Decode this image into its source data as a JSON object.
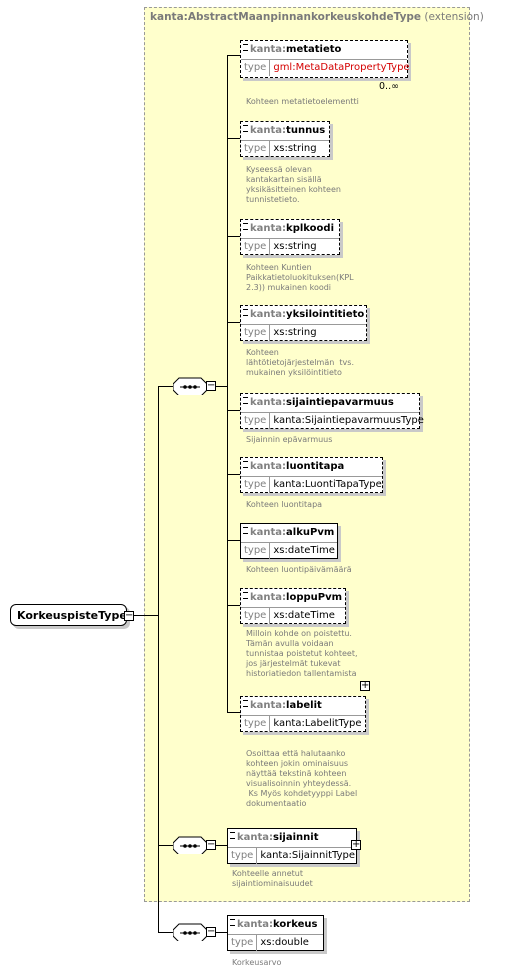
{
  "extension": {
    "name": "kanta:AbstractMaanpinnankorkeuskohdeType",
    "label": "(extension)"
  },
  "root": {
    "name": "KorkeuspisteType"
  },
  "type_label": "type",
  "elements": [
    {
      "prefix": "kanta:",
      "name": "metatieto",
      "type": "gml:MetaDataPropertyType",
      "occurs": "0..∞",
      "doc": "Kohteen metatietoelementti"
    },
    {
      "prefix": "kanta:",
      "name": "tunnus",
      "type": "xs:string",
      "doc": "Kyseessä olevan\nkantakartan sisällä\nyksikäsitteinen kohteen\ntunnistetieto."
    },
    {
      "prefix": "kanta:",
      "name": "kplkoodi",
      "type": "xs:string",
      "doc": "Kohteen Kuntien\nPaikkatietoluokituksen(KPL\n2.3)) mukainen koodi"
    },
    {
      "prefix": "kanta:",
      "name": "yksilointitieto",
      "type": "xs:string",
      "doc": "Kohteen\nlähtötietojärjestelmän  tvs.\nmukainen yksilöintitieto"
    },
    {
      "prefix": "kanta:",
      "name": "sijaintiepavarmuus",
      "type": "kanta:SijaintiepavarmuusType",
      "doc": "Sijainnin epävarmuus"
    },
    {
      "prefix": "kanta:",
      "name": "luontitapa",
      "type": "kanta:LuontiTapaType",
      "doc": "Kohteen luontitapa"
    },
    {
      "prefix": "kanta:",
      "name": "alkuPvm",
      "type": "xs:dateTime",
      "doc": "Kohteen luontipäivämäärä"
    },
    {
      "prefix": "kanta:",
      "name": "loppuPvm",
      "type": "xs:dateTime",
      "doc": "Milloin kohde on poistettu.\nTämän avulla voidaan\ntunnistaa poistetut kohteet,\njos järjestelmät tukevat\nhistoriatiedon tallentamista"
    },
    {
      "prefix": "kanta:",
      "name": "labelit",
      "type": "kanta:LabelitType",
      "doc": "Osoittaa että halutaanko\nkohteen jokin ominaisuus\nnäyttää tekstinä kohteen\nvisualisoinnin yhteydessä.\n Ks Myös kohdetyyppi Label\ndokumentaatio"
    },
    {
      "prefix": "kanta:",
      "name": "sijainnit",
      "type": "kanta:SijainnitType",
      "doc": "Kohteelle annetut\nsijaintiominaisuudet"
    },
    {
      "prefix": "kanta:",
      "name": "korkeus",
      "type": "xs:double",
      "doc": "Korkeusarvo"
    }
  ]
}
